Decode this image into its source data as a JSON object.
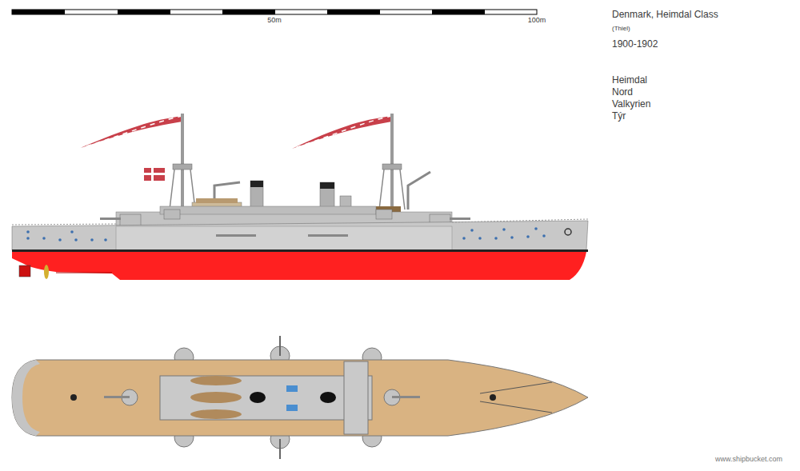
{
  "diagram": {
    "title": "Denmark, Heimdal Class",
    "labels": [
      "50m",
      "100m",
      "(Thiel)",
      "1900-1902",
      "Heimdal",
      "Nord",
      "Valkyrien",
      "Týr",
      "www.shipbucket.com"
    ]
  }
}
